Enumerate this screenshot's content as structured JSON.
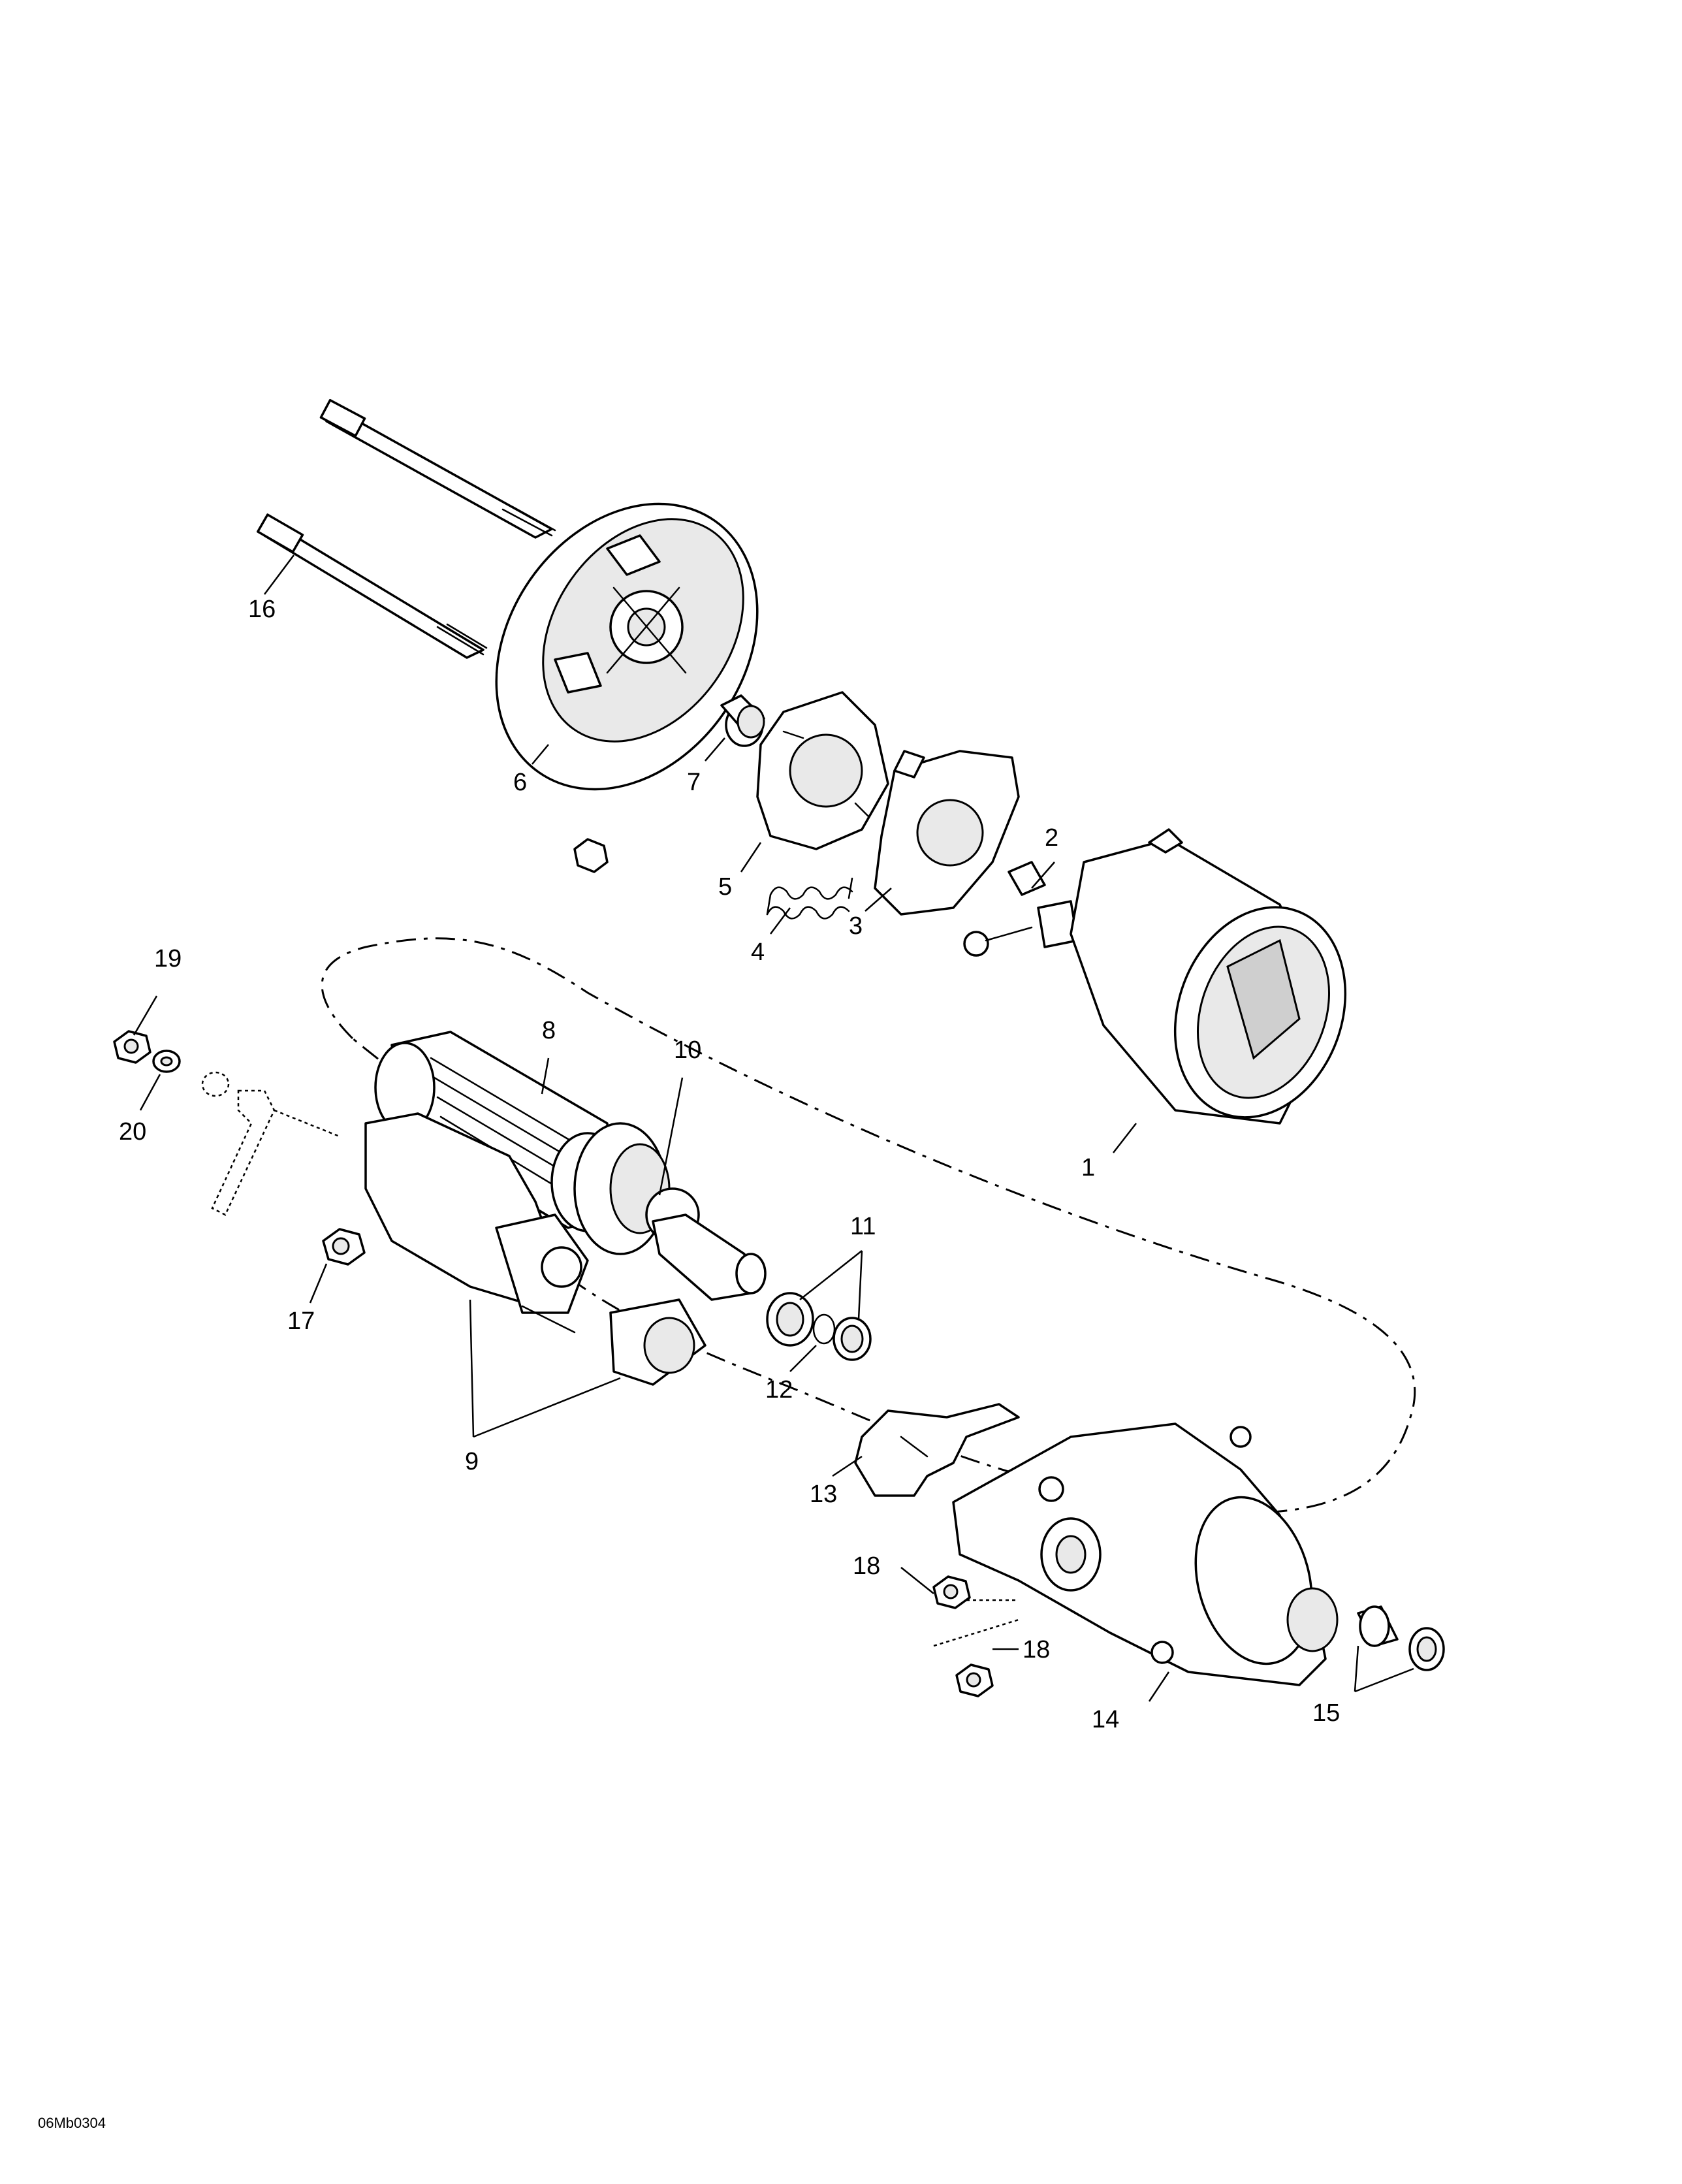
{
  "drawing_code": "06Mb0304",
  "callouts": {
    "c1": "1",
    "c2": "2",
    "c3": "3",
    "c4": "4",
    "c5": "5",
    "c6": "6",
    "c7": "7",
    "c8": "8",
    "c9": "9",
    "c10": "10",
    "c11": "11",
    "c12": "12",
    "c13": "13",
    "c14": "14",
    "c15": "15",
    "c16": "16",
    "c17": "17",
    "c18a": "18",
    "c18b": "18",
    "c19": "19",
    "c20": "20"
  }
}
